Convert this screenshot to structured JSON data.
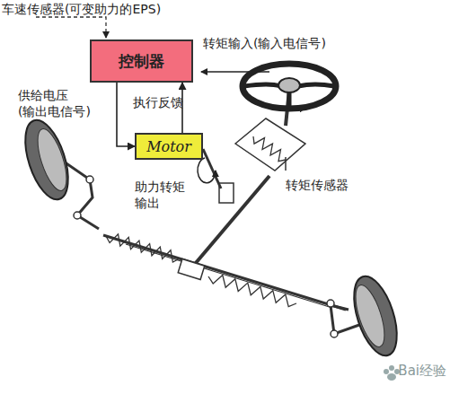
{
  "diagram": {
    "nodes": [
      {
        "text": [
          "控制器"
        ]
      },
      {
        "text": [
          "Motor"
        ]
      }
    ],
    "edges": [
      {
        "from": 0,
        "to": 1,
        "arrow": "to"
      },
      {
        "from": 1,
        "to": 0,
        "arrow": "to"
      }
    ],
    "labels": [
      "车速传感器(可变助力的EPS)",
      "转矩输入(输入电信号)",
      "供给电压 (输出电信号)",
      "执行反馈",
      "助力转矩 输出",
      "转矩传感器",
      "Bai经验"
    ]
  }
}
